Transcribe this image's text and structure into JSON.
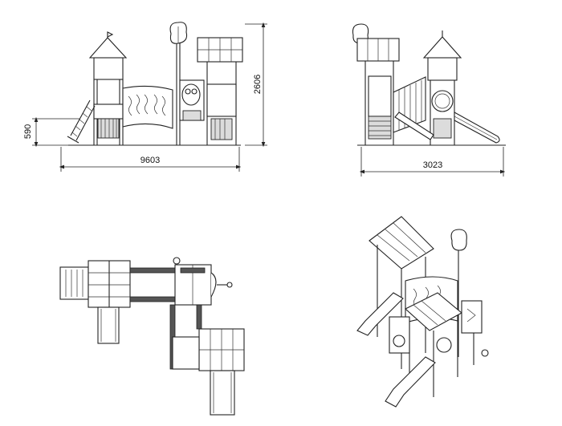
{
  "dimensions": {
    "front_width": "9603",
    "height": "2606",
    "platform_height": "590",
    "side_width": "3023"
  },
  "colors": {
    "line": "#222222",
    "background": "#ffffff"
  }
}
